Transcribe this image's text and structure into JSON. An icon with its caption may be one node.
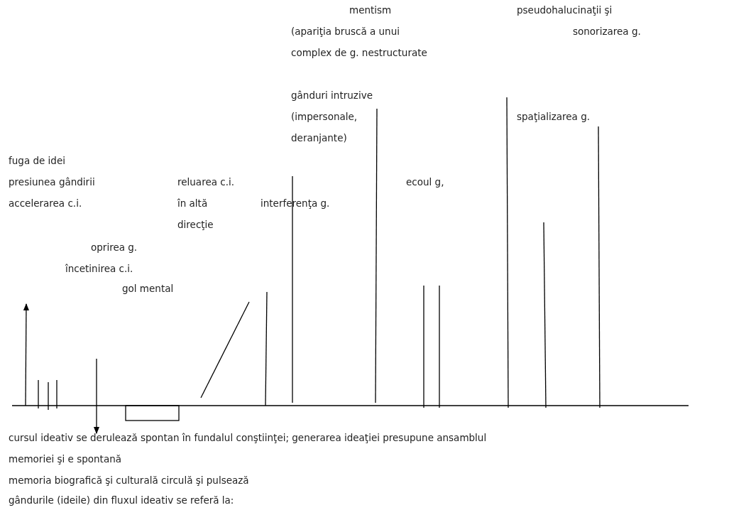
{
  "diagram": {
    "labels": [
      "mentism",
      "pseudohalucinaţii  şi",
      "(apariţia bruscă a unui",
      "sonorizarea  g.",
      "complex de g. nestructurate",
      "gânduri intruzive",
      "(impersonale,",
      "spaţializarea g.",
      "deranjante)",
      "fuga de idei",
      "presiunea  gândirii",
      "reluarea c.i.",
      "ecoul g,",
      "accelerarea c.i.",
      "în altă",
      "interferenţa g.",
      "direcţie",
      "oprirea g.",
      "încetinirea c.i.",
      "gol mental",
      "cursul ideativ se derulează spontan în fundalul conştiinţei; generarea ideaţiei presupune ansamblul",
      "memoriei şi e spontană",
      "memoria biografică şi culturală circulă şi pulsează",
      "gândurile (ideile) din fluxul ideativ se referă  la:"
    ]
  }
}
